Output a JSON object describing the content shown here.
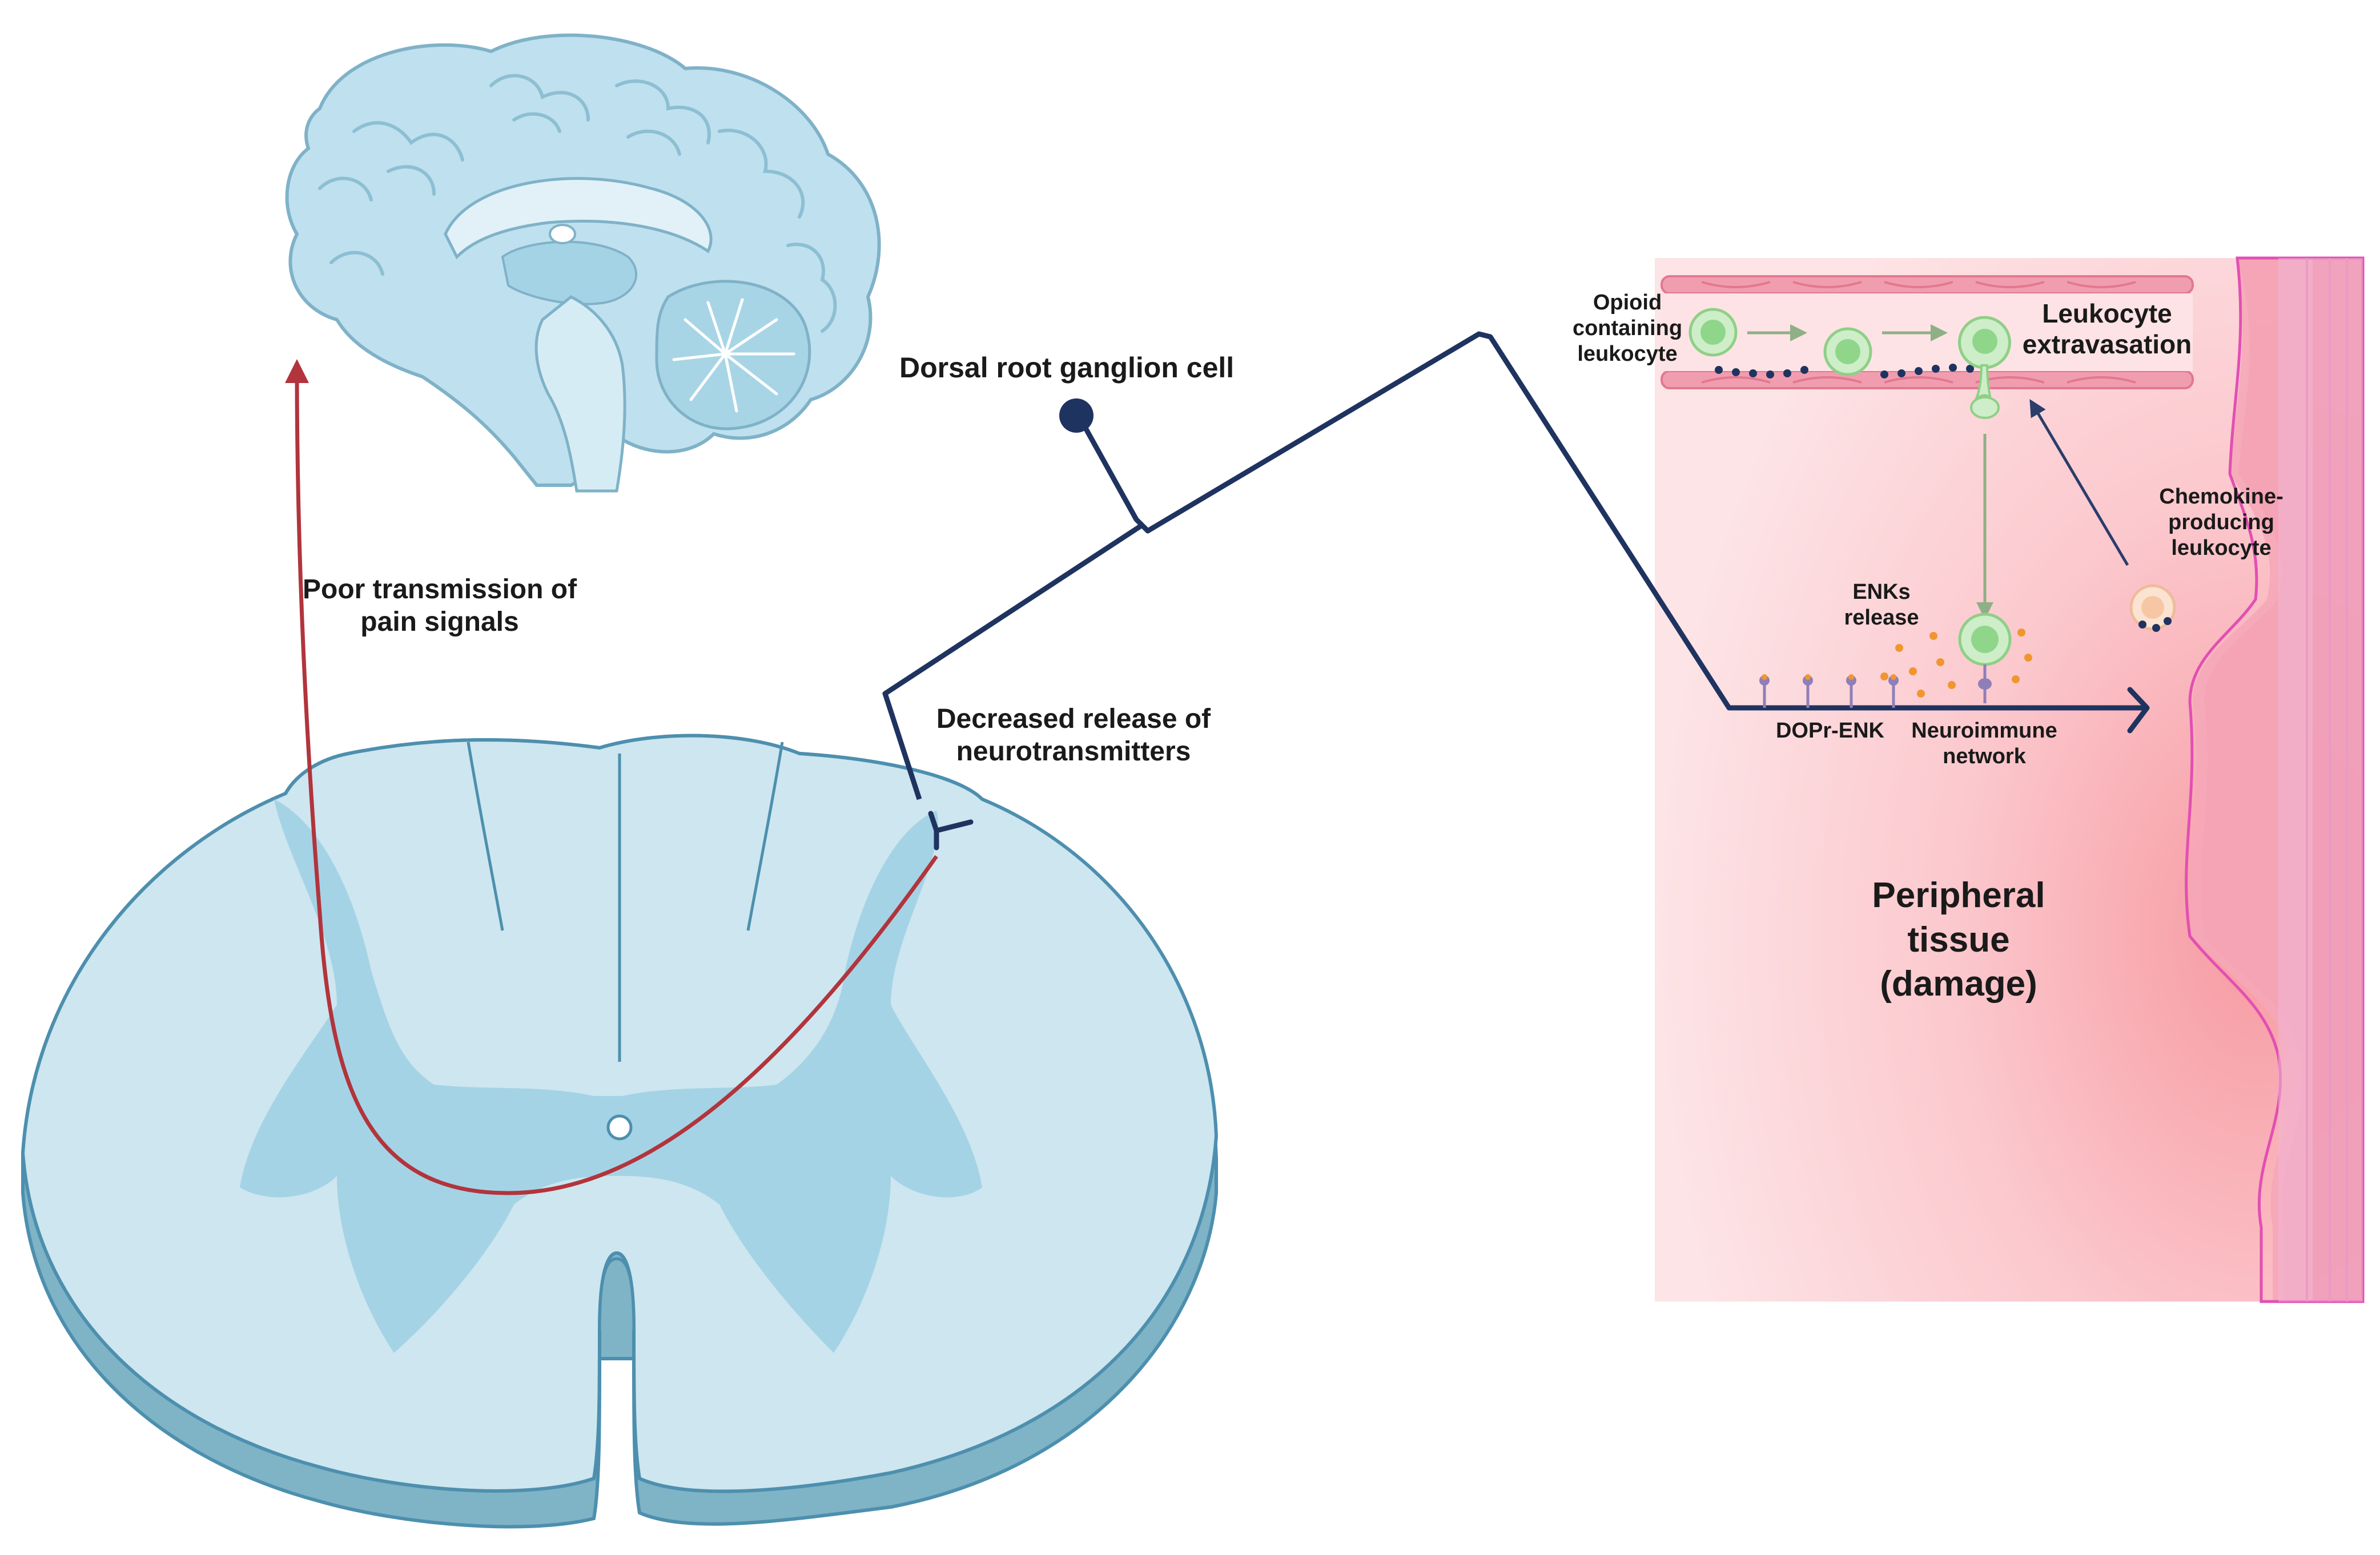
{
  "labels": {
    "brain_signal": [
      "Poor transmission of",
      "pain signals"
    ],
    "neuron": "Dorsal root ganglion cell",
    "synapse": [
      "Decreased release of",
      "neurotransmitters"
    ],
    "opioid_leukocyte": [
      "Opioid",
      "containing",
      "leukocyte"
    ],
    "extravasation": [
      "Leukocyte",
      "extravasation"
    ],
    "chemokine": [
      "Chemokine-",
      "producing",
      "leukocyte"
    ],
    "enks": [
      "ENKs",
      "release"
    ],
    "dopr": "DOPr-ENK",
    "neuroimmune": [
      "Neuroimmune",
      "network"
    ],
    "tissue": [
      "Peripheral",
      "tissue",
      "(damage)"
    ]
  },
  "colors": {
    "pain_path": "#b2343c",
    "neuron": "#1f3360",
    "cord_white_matter": "#cde6ef",
    "cord_grey_matter": "#a4d3e5",
    "cord_outline": "#4d8fae",
    "brain_fill": "#bfe0ee",
    "tissue": "#fbdada",
    "vessel": "#f19db0",
    "leukocyte": "#b9e8b4",
    "enk_dots": "#f1962f"
  },
  "icons": [
    "brain-illustration",
    "spinal-cord-cross-section",
    "neuron-illustration",
    "blood-vessel-illustration",
    "leukocyte-cell-icon",
    "skin-layers-illustration"
  ]
}
